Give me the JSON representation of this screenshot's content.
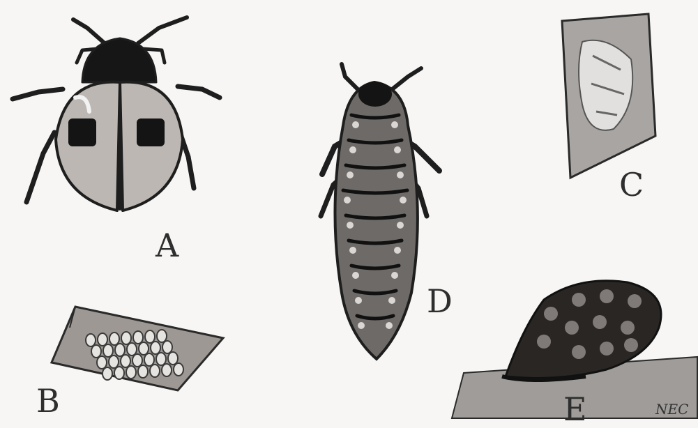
{
  "labels": {
    "a": "A",
    "b": "B",
    "c": "C",
    "d": "D",
    "e": "E"
  },
  "signature": "NEC",
  "colors": {
    "ink": "#1e1e1e",
    "shell": "#bcb7b3",
    "leaf": "#9d9894",
    "egg": "#e6e4e1",
    "background": "#f7f6f4"
  },
  "figures": [
    {
      "label": "A",
      "icon": "adult-ladybird-icon"
    },
    {
      "label": "B",
      "icon": "egg-cluster-on-leaf-icon"
    },
    {
      "label": "C",
      "icon": "pupal-case-on-bark-icon"
    },
    {
      "label": "D",
      "icon": "ladybird-larva-icon"
    },
    {
      "label": "E",
      "icon": "pupa-on-leaf-icon"
    }
  ]
}
